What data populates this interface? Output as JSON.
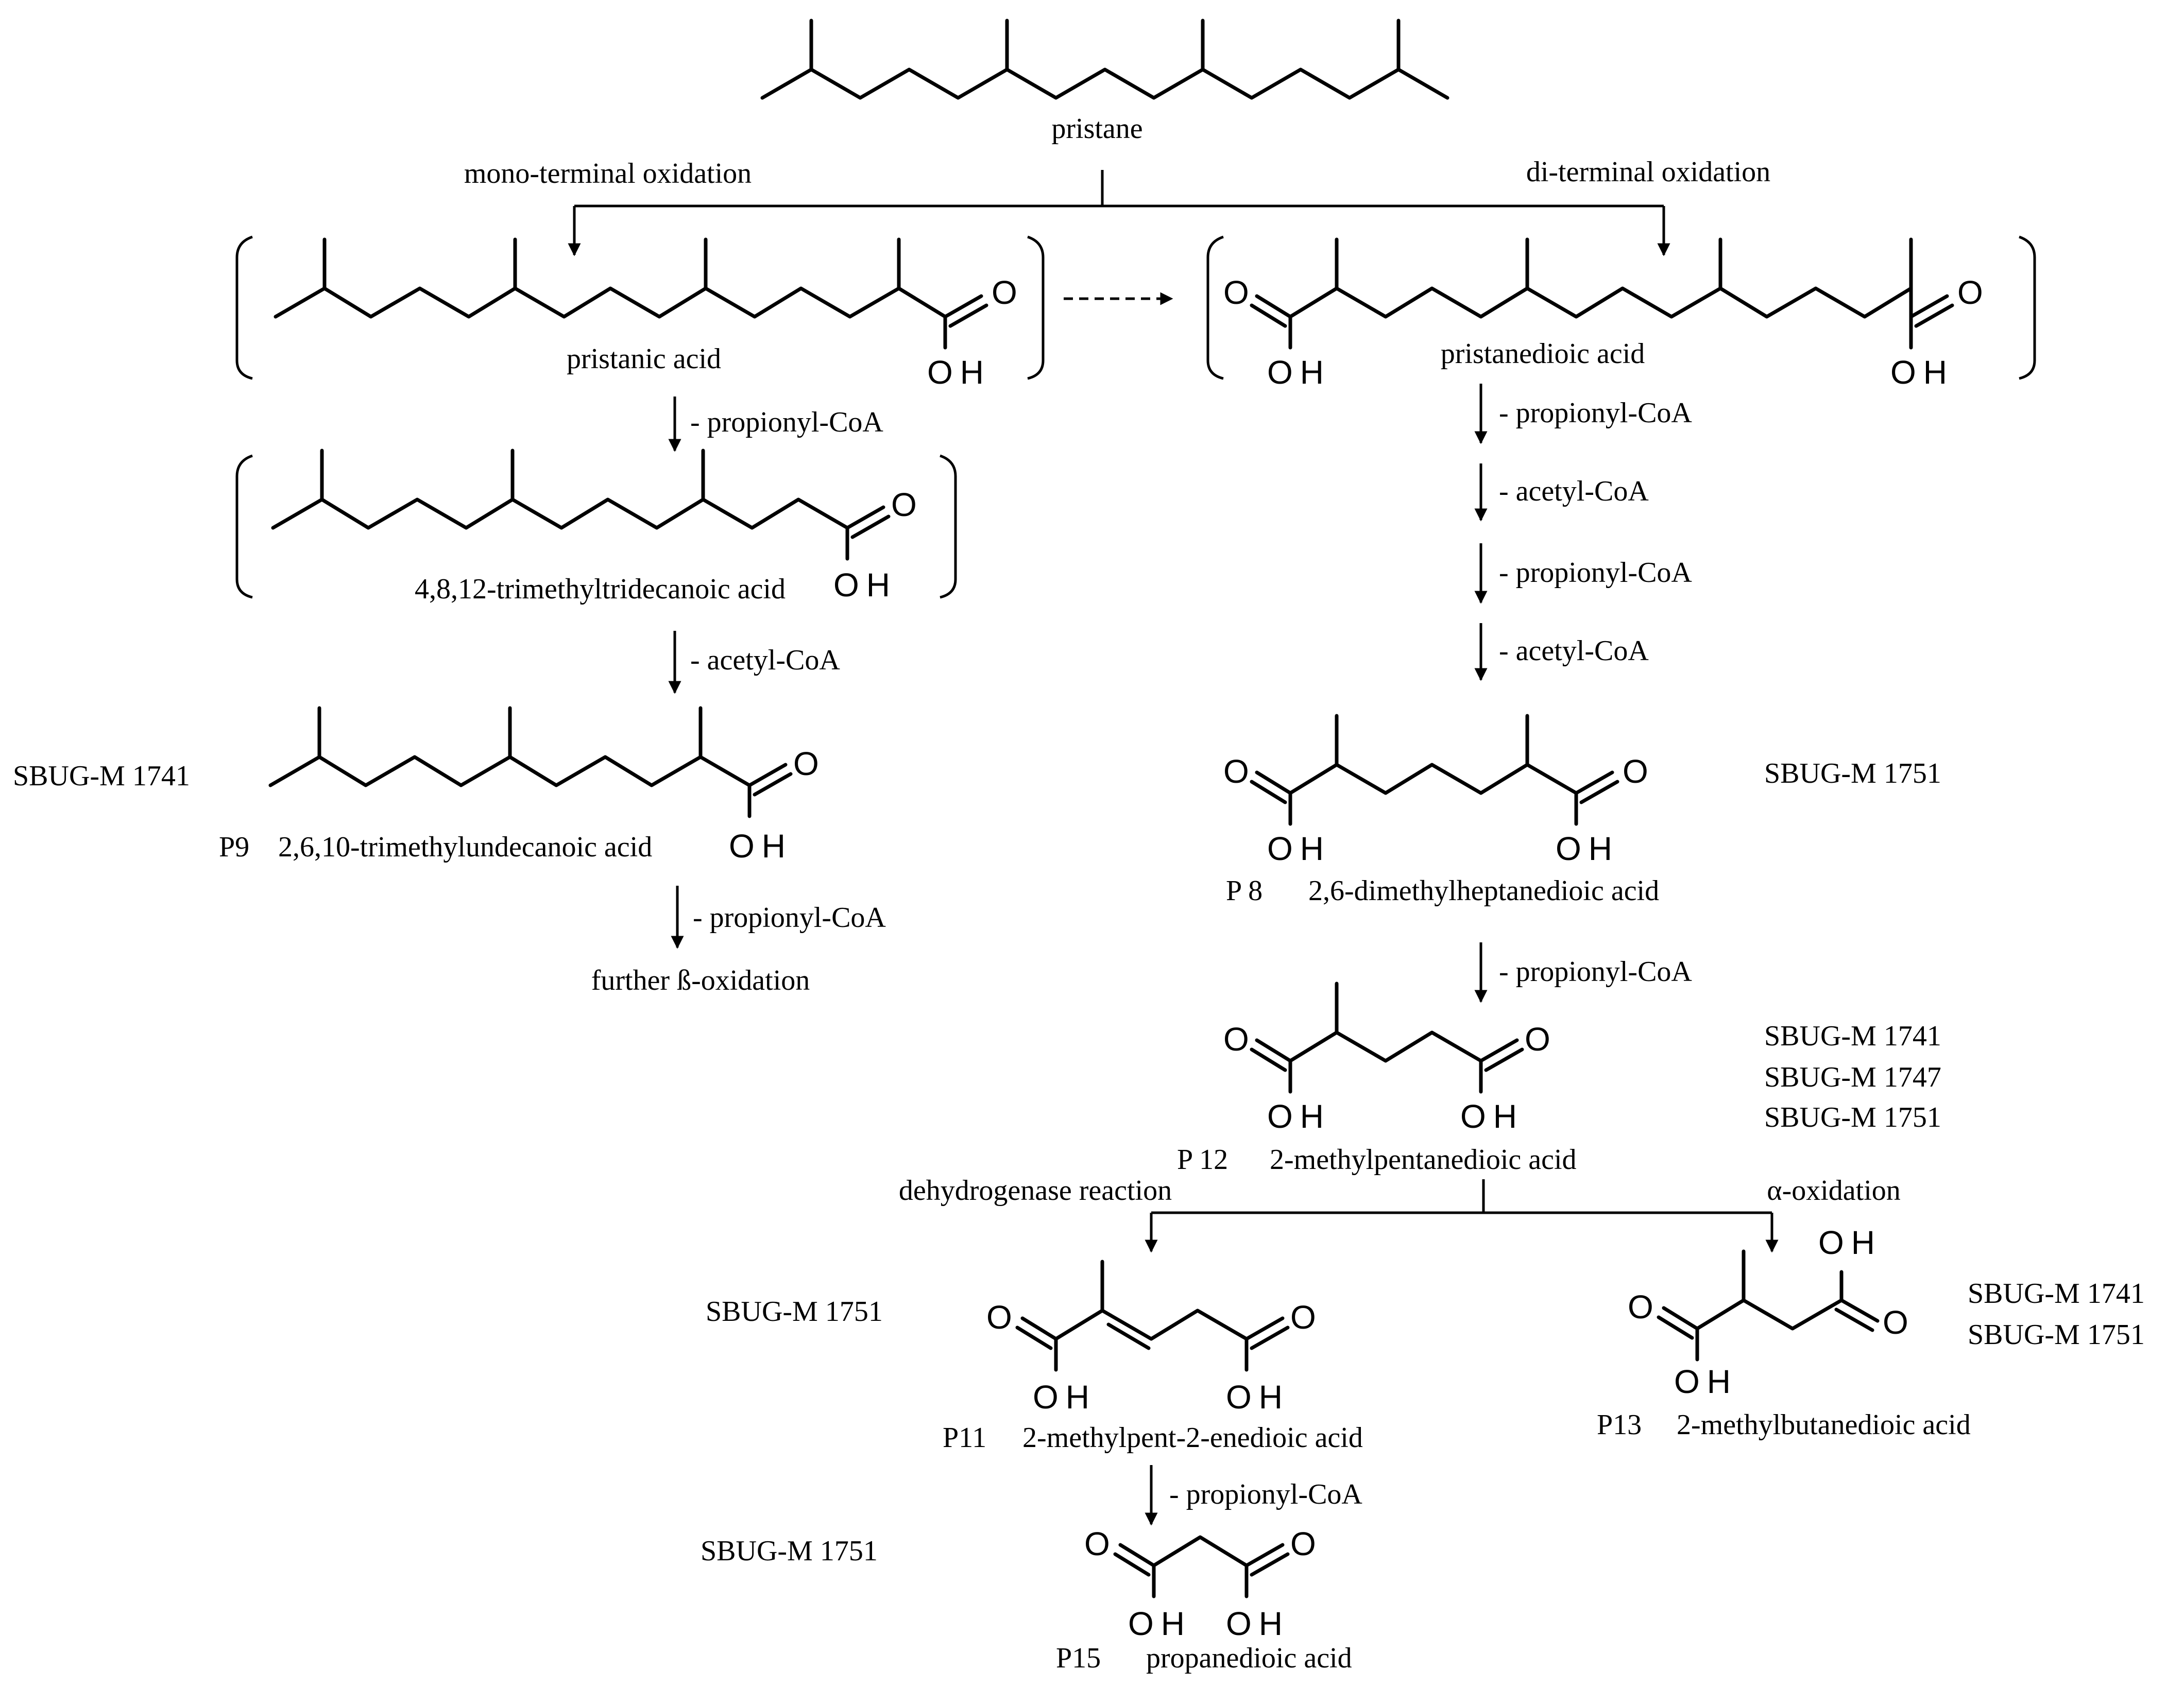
{
  "compounds": {
    "pristane": "pristane",
    "pristanic_acid": "pristanic acid",
    "pristanedioic_acid": "pristanedioic acid",
    "trimethyltridecanoic": "4,8,12-trimethyltridecanoic acid",
    "p9": {
      "id": "P9",
      "name": "2,6,10-trimethylundecanoic acid"
    },
    "p8": {
      "id": "P 8",
      "name": "2,6-dimethylheptanedioic acid"
    },
    "p12": {
      "id": "P 12",
      "name": "2-methylpentanedioic acid"
    },
    "p11": {
      "id": "P11",
      "name": "2-methylpent-2-enedioic acid"
    },
    "p13": {
      "id": "P13",
      "name": "2-methylbutanedioic acid"
    },
    "p15": {
      "id": "P15",
      "name": "propanedioic acid"
    }
  },
  "pathways": {
    "mono": "mono-terminal oxidation",
    "di": "di-terminal oxidation",
    "dehydrogenase": "dehydrogenase reaction",
    "alpha": "α-oxidation",
    "further": "further ß-oxidation"
  },
  "steps": {
    "propionyl": "- propionyl-CoA",
    "acetyl": "- acetyl-CoA"
  },
  "strains": {
    "m1741": "SBUG-M 1741",
    "m1747": "SBUG-M 1747",
    "m1751": "SBUG-M 1751"
  },
  "atoms": {
    "O": "O",
    "OH": "OH"
  }
}
